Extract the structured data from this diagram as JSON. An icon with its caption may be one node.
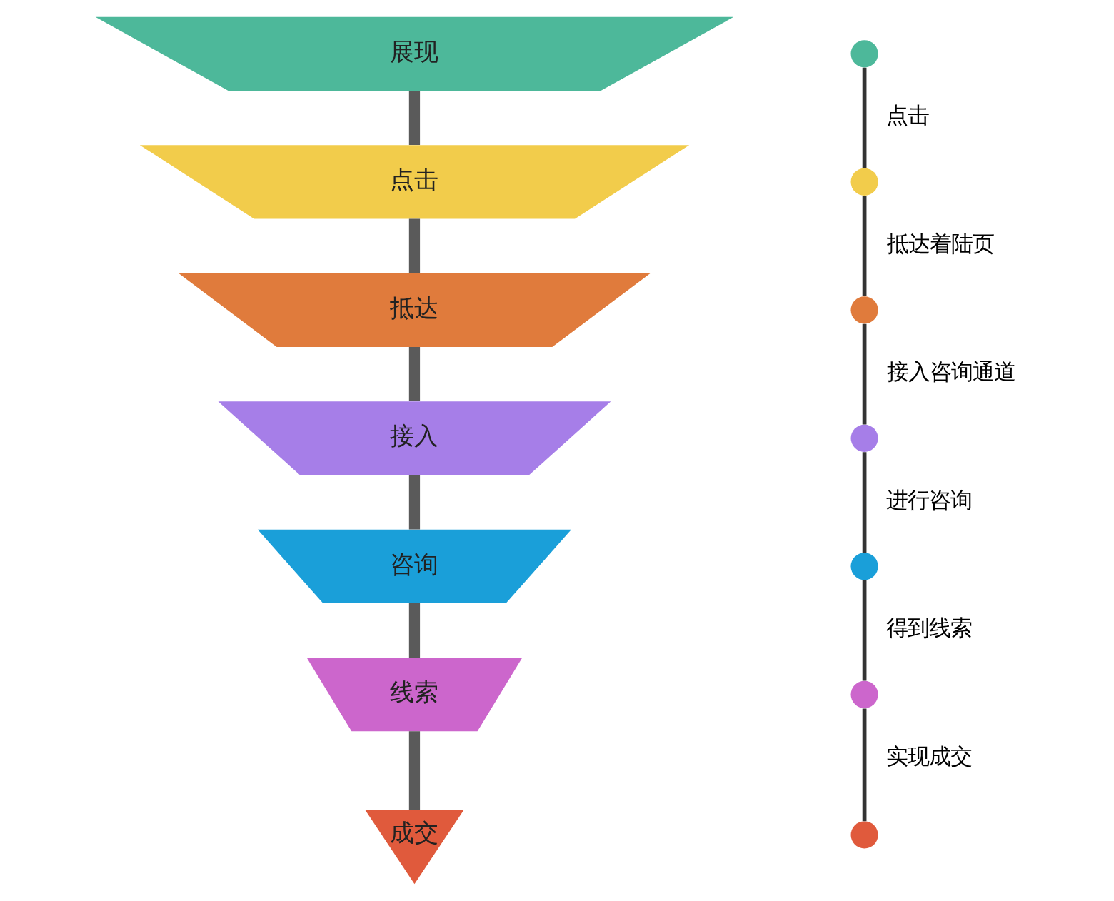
{
  "diagram": {
    "nodes": [
      {
        "text": [
          "展现"
        ]
      },
      {
        "text": [
          "点击"
        ]
      },
      {
        "text": [
          "抵达"
        ]
      },
      {
        "text": [
          "接入"
        ]
      },
      {
        "text": [
          "咨询"
        ]
      },
      {
        "text": [
          "线索"
        ]
      },
      {
        "text": [
          "成交"
        ]
      },
      {
        "text": [],
        "shape": "circle"
      },
      {
        "text": [],
        "shape": "circle"
      },
      {
        "text": [],
        "shape": "circle"
      },
      {
        "text": [],
        "shape": "circle"
      },
      {
        "text": [],
        "shape": "circle"
      },
      {
        "text": [],
        "shape": "circle"
      },
      {
        "text": [],
        "shape": "circle"
      }
    ],
    "edges": [
      {
        "from": 0,
        "to": 1,
        "arrow": "none",
        "style": "thick",
        "color": "#5a5a5a"
      },
      {
        "from": 1,
        "to": 2,
        "arrow": "none",
        "style": "thick",
        "color": "#5a5a5a"
      },
      {
        "from": 2,
        "to": 3,
        "arrow": "none",
        "style": "thick",
        "color": "#5a5a5a"
      },
      {
        "from": 3,
        "to": 4,
        "arrow": "none",
        "style": "thick",
        "color": "#5a5a5a"
      },
      {
        "from": 4,
        "to": 5,
        "arrow": "none",
        "style": "thick",
        "color": "#5a5a5a"
      },
      {
        "from": 5,
        "to": 6,
        "arrow": "none",
        "style": "thick",
        "color": "#5a5a5a"
      },
      {
        "from": 7,
        "to": 8,
        "arrow": "none",
        "label": "点击"
      },
      {
        "from": 8,
        "to": 9,
        "arrow": "none",
        "label": "抵达着陆页"
      },
      {
        "from": 9,
        "to": 10,
        "arrow": "none",
        "label": "接入咨询通道"
      },
      {
        "from": 10,
        "to": 11,
        "arrow": "none",
        "label": "进行咨询"
      },
      {
        "from": 11,
        "to": 12,
        "arrow": "none",
        "label": "得到线索"
      },
      {
        "from": 12,
        "to": 13,
        "arrow": "none",
        "label": "实现成交"
      }
    ]
  }
}
